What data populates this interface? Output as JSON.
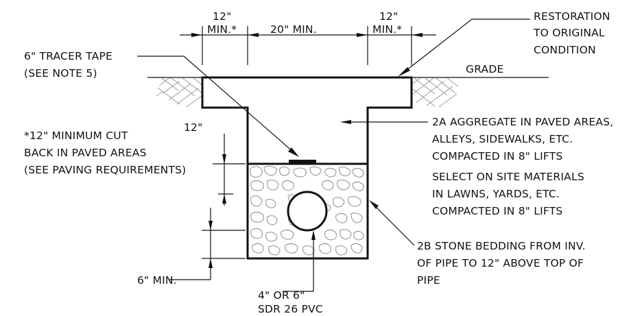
{
  "dimensions": {
    "left_value": "12\"",
    "left_min": "MIN.*",
    "center": "20\" MIN.",
    "right_value": "12\"",
    "right_min": "MIN.*"
  },
  "callouts": {
    "restoration": [
      "RESTORATION",
      "TO ORIGINAL",
      "CONDITION"
    ],
    "grade": "GRADE",
    "tracer_tape": [
      "6\" TRACER TAPE",
      "(SEE NOTE 5)"
    ],
    "cut_back": [
      "*12\" MINIMUM CUT",
      "BACK IN PAVED AREAS",
      "(SEE PAVING REQUIREMENTS)"
    ],
    "tape_height": "12\"",
    "aggregate": [
      "2A AGGREGATE IN PAVED AREAS,",
      "ALLEYS, SIDEWALKS, ETC.",
      "COMPACTED IN 8\" LIFTS",
      "SELECT ON SITE MATERIALS",
      "IN LAWNS, YARDS, ETC.",
      "COMPACTED IN 8\" LIFTS"
    ],
    "stone_bedding": [
      "2B STONE BEDDING FROM INV.",
      "OF PIPE TO 12\" ABOVE TOP OF",
      "PIPE"
    ],
    "bedding_depth": "6\" MIN.",
    "pipe": [
      "4\" OR 6\"",
      "SDR 26 PVC"
    ]
  }
}
